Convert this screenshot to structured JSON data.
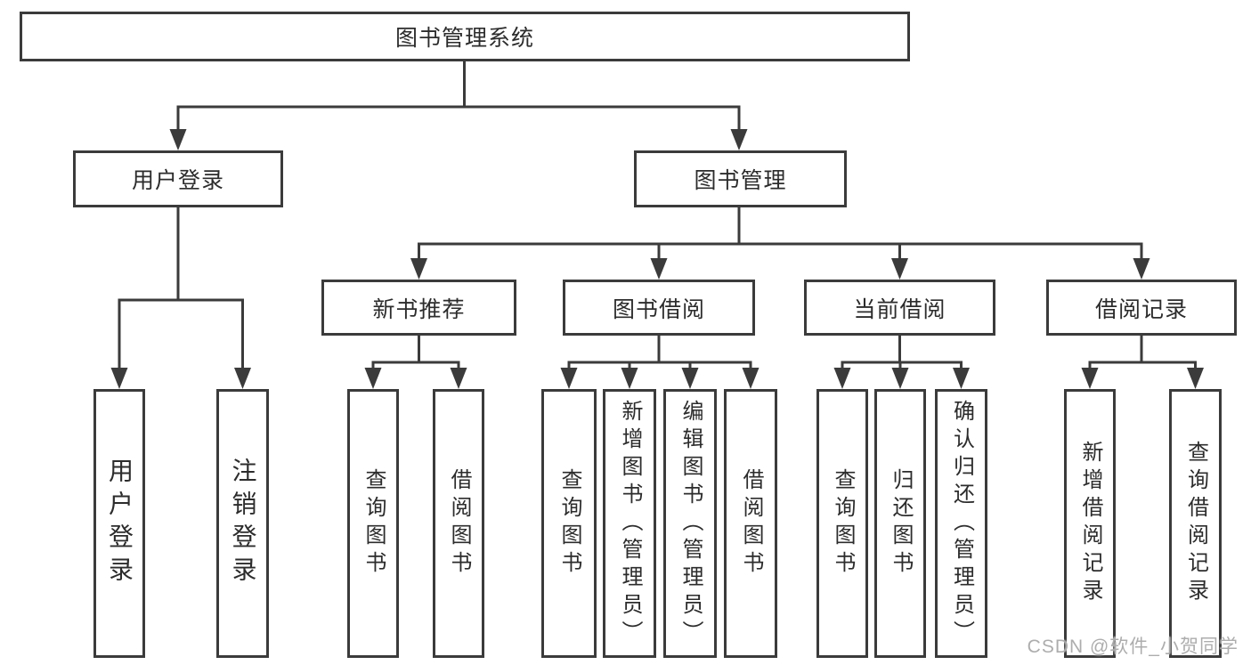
{
  "diagram": {
    "colors": {
      "line": "#3b3b3b",
      "text": "#2c2c2c",
      "background": "#ffffff",
      "watermark": "#a9a9a9"
    },
    "tree": {
      "label": "图书管理系统",
      "children": [
        {
          "label": "用户登录",
          "children": [
            {
              "label": "用户登录"
            },
            {
              "label": "注销登录"
            }
          ]
        },
        {
          "label": "图书管理",
          "children": [
            {
              "label": "新书推荐",
              "children": [
                {
                  "label": "查询图书"
                },
                {
                  "label": "借阅图书"
                }
              ]
            },
            {
              "label": "图书借阅",
              "children": [
                {
                  "label": "查询图书"
                },
                {
                  "label": "新增图书（管理员）"
                },
                {
                  "label": "编辑图书（管理员）"
                },
                {
                  "label": "借阅图书"
                }
              ]
            },
            {
              "label": "当前借阅",
              "children": [
                {
                  "label": "查询图书"
                },
                {
                  "label": "归还图书"
                },
                {
                  "label": "确认归还（管理员）"
                }
              ]
            },
            {
              "label": "借阅记录",
              "children": [
                {
                  "label": "新增借阅记录"
                },
                {
                  "label": "查询借阅记录"
                }
              ]
            }
          ]
        }
      ]
    },
    "watermark": {
      "text": "CSDN @软件_小贺同学"
    }
  }
}
